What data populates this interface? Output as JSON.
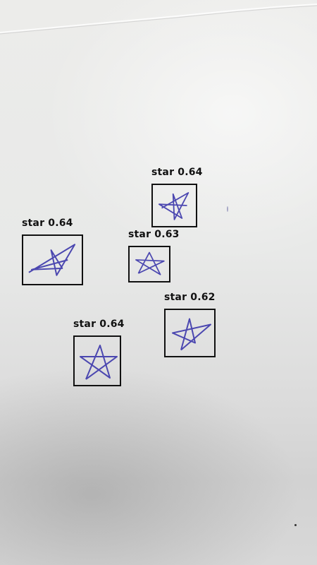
{
  "detections": [
    {
      "label": "star 0.64"
    },
    {
      "label": "star 0.64"
    },
    {
      "label": "star 0.63"
    },
    {
      "label": "star 0.62"
    },
    {
      "label": "star 0.64"
    }
  ],
  "colors": {
    "box": "#111111",
    "ink": "#4b47b0",
    "paper": "#e9eaea"
  }
}
